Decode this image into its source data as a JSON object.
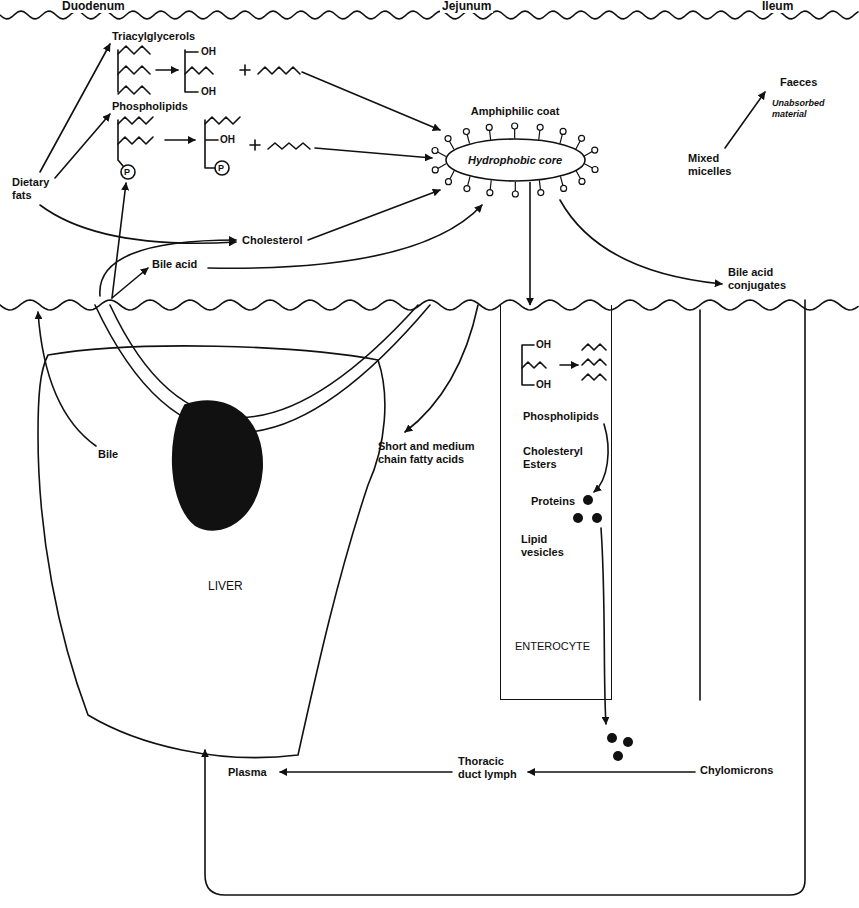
{
  "diagram": {
    "nodes": [
      {
        "text": [
          "Amphiphilic coat",
          "Hydrophobic core"
        ]
      },
      {
        "text": [
          "LIVER"
        ]
      },
      {
        "text": [
          "Phospholipids",
          "Cholesteryl Esters",
          "Proteins",
          "Lipid vesicles",
          "ENTEROCYTE"
        ]
      }
    ],
    "edges": [
      {
        "from": 0,
        "to": 2,
        "arrow": "to"
      }
    ],
    "labels": [
      "Duodenum",
      "Jejunum",
      "Ileum",
      "Triacylglycerols",
      "Phospholipids",
      "Dietary fats",
      "Cholesterol",
      "Bile acid",
      "Faeces",
      "Unabsorbed material",
      "Mixed micelles",
      "Bile acid conjugates",
      "Bile",
      "Short and medium chain fatty acids",
      "Chylomicrons",
      "Thoracic duct lymph",
      "Plasma",
      "OH",
      "OH",
      "P",
      "OH",
      "P",
      "OH",
      "OH"
    ]
  }
}
